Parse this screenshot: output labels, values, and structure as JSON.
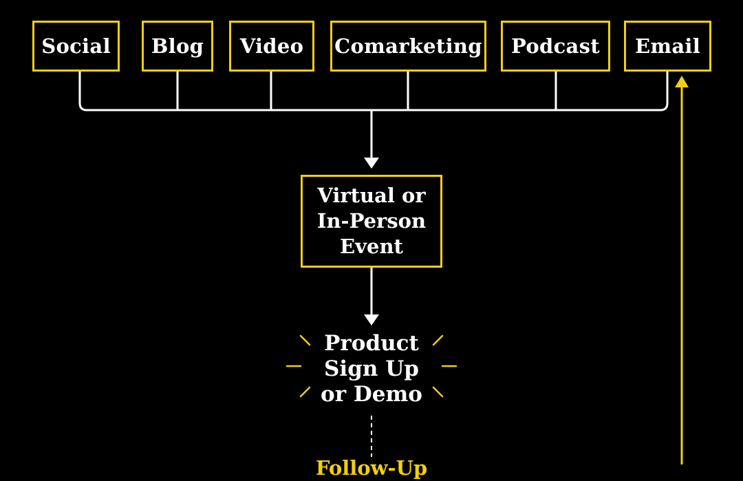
{
  "channels": [
    {
      "label": "Social"
    },
    {
      "label": "Blog"
    },
    {
      "label": "Video"
    },
    {
      "label": "Comarketing"
    },
    {
      "label": "Podcast"
    },
    {
      "label": "Email"
    }
  ],
  "event": {
    "lines": [
      "Virtual or",
      "In-Person",
      "Event"
    ]
  },
  "product": {
    "lines": [
      "Product",
      "Sign Up",
      "or Demo"
    ]
  },
  "followup": {
    "label": "Follow-Up"
  },
  "colors": {
    "accent": "#f3cf0f",
    "connector": "#ffffff",
    "background": "#000000"
  }
}
